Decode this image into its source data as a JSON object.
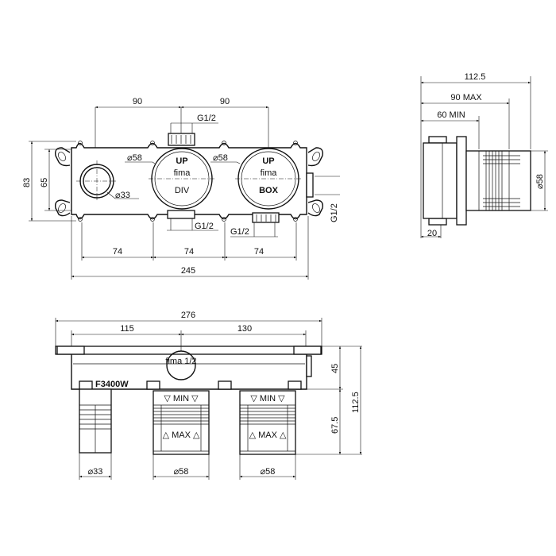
{
  "front_view": {
    "dim_90_left": "90",
    "dim_90_right": "90",
    "dim_g12_top": "G1/2",
    "dim_58_div": "⌀58",
    "dim_58_box": "⌀58",
    "dim_33": "⌀33",
    "dim_g12_bottom_div": "G1/2",
    "dim_g12_bottom_box": "G1/2",
    "dim_g12_right": "G1/2",
    "dim_83": "83",
    "dim_65": "65",
    "dim_74_a": "74",
    "dim_74_b": "74",
    "dim_74_c": "74",
    "dim_245": "245",
    "up_label": "UP",
    "div_brand": "fima",
    "div_label": "DIV",
    "box_brand": "fima",
    "box_label": "BOX"
  },
  "side_view": {
    "dim_112_5": "112.5",
    "dim_90_max": "90 MAX",
    "dim_60_min": "60 MIN",
    "dim_58": "⌀58",
    "dim_20": "20"
  },
  "bottom_view": {
    "dim_276": "276",
    "dim_115": "115",
    "dim_130": "130",
    "dim_45": "45",
    "dim_67_5": "67.5",
    "dim_112_5": "112.5",
    "model": "F3400W",
    "plug_label": "fima 1/2",
    "min_label": "▽ MIN ▽",
    "max_label": "△ MAX △",
    "dim_33": "⌀33",
    "dim_58_a": "⌀58",
    "dim_58_b": "⌀58"
  }
}
